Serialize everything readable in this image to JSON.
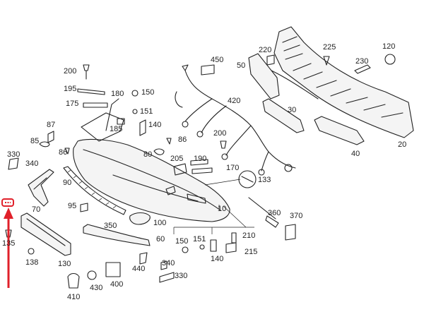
{
  "diagram": {
    "colors": {
      "line": "#222222",
      "highlight": "#e0202a"
    },
    "highlight_icon": "red-arrow-icon",
    "labels": {
      "l10": "10",
      "l20": "20",
      "l30": "30",
      "l40": "40",
      "l50": "50",
      "l60": "60",
      "l70": "70",
      "l80": "80",
      "l85": "85",
      "l86a": "86",
      "l86b": "86",
      "l87": "87",
      "l90": "90",
      "l95": "95",
      "l100": "100",
      "l120": "120",
      "l130": "130",
      "l133": "133",
      "l135": "135",
      "l138": "138",
      "l140a": "140",
      "l140b": "140",
      "l150a": "150",
      "l150b": "150",
      "l151a": "151",
      "l151b": "151",
      "l170": "170",
      "l175": "175",
      "l180": "180",
      "l185": "185",
      "l190": "190",
      "l195": "195",
      "l200a": "200",
      "l200b": "200",
      "l205": "205",
      "l210": "210",
      "l215": "215",
      "l220": "220",
      "l225": "225",
      "l230": "230",
      "l330a": "330",
      "l330b": "330",
      "l340a": "340",
      "l340b": "340",
      "l350": "350",
      "l360": "360",
      "l370": "370",
      "l400": "400",
      "l410": "410",
      "l420": "420",
      "l430": "430",
      "l440": "440",
      "l450": "450"
    }
  }
}
